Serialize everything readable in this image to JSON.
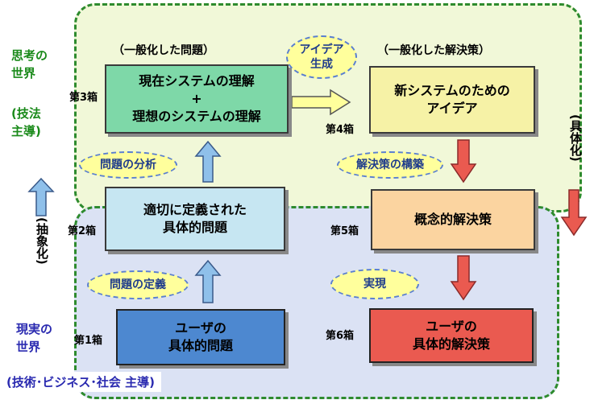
{
  "colors": {
    "region_border": "#2e8b2e",
    "think_fill": "#f1f8d8",
    "real_fill": "#dbe2f4",
    "ellipse_fill": "#ffff9c",
    "ellipse_text": "#1f3c8c",
    "up_arrow": "#8fc0ea",
    "down_arrow": "#ea5a50",
    "right_arrow": "#ffff9c",
    "green_text": "#1a8a1a",
    "blue_text": "#2a2ab0"
  },
  "side": {
    "thinking_world": "思考の\n世界",
    "technique_led": "(技法\n主導)",
    "real_world": "現実の\n世界",
    "real_led": "(技術･ビジネス･社会 主導)",
    "abstraction": "(抽象化)",
    "concretization": "(具体化)"
  },
  "headings": {
    "generalized_problem": "（一般化した問題）",
    "generalized_solution": "（一般化した解決策）"
  },
  "boxes": {
    "box1": {
      "number": "第1箱",
      "text": "ユーザの\n具体的問題"
    },
    "box2": {
      "number": "第2箱",
      "text": "適切に定義された\n具体的問題"
    },
    "box3": {
      "number": "第3箱",
      "text": "現在システムの理解\n+\n理想のシステムの理解"
    },
    "box4": {
      "number": "第4箱",
      "text": "新システムのための\nアイデア"
    },
    "box5": {
      "number": "第5箱",
      "text": "概念的解決策"
    },
    "box6": {
      "number": "第6箱",
      "text": "ユーザの\n具体的解決策"
    }
  },
  "processes": {
    "problem_definition": "問題の定義",
    "problem_analysis": "問題の分析",
    "idea_generation": "アイデア\n生成",
    "solution_construction": "解決策の構築",
    "realization": "実現"
  },
  "icons": {
    "up_arrow": "up-arrow-icon",
    "down_arrow": "down-arrow-icon",
    "right_arrow": "right-arrow-icon"
  }
}
